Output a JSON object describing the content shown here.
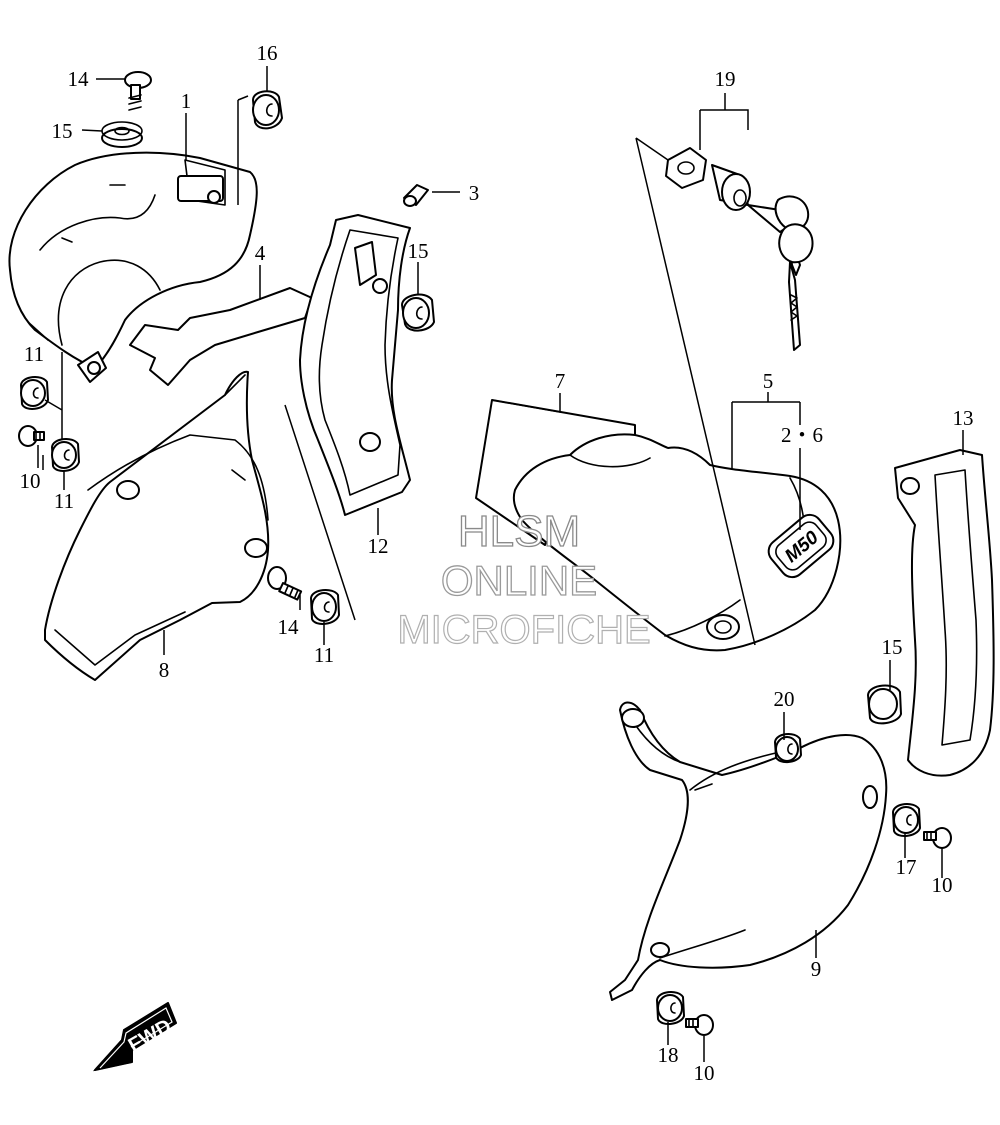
{
  "callouts": {
    "c1": "1",
    "c2": "2・6",
    "c3": "3",
    "c4": "4",
    "c5": "5",
    "c7": "7",
    "c8": "8",
    "c9": "9",
    "c10a": "10",
    "c10b": "10",
    "c10c": "10",
    "c11a": "11",
    "c11b": "11",
    "c11c": "11",
    "c12": "12",
    "c13": "13",
    "c14a": "14",
    "c14b": "14",
    "c15a": "15",
    "c15b": "15",
    "c15c": "15",
    "c16": "16",
    "c17": "17",
    "c18": "18",
    "c19": "19",
    "c20": "20"
  },
  "watermark": {
    "line1": "HLSM",
    "line2": "ONLINE",
    "line3": "MICROFICHE"
  },
  "emblem_text": "M50",
  "direction_badge": "FWD"
}
